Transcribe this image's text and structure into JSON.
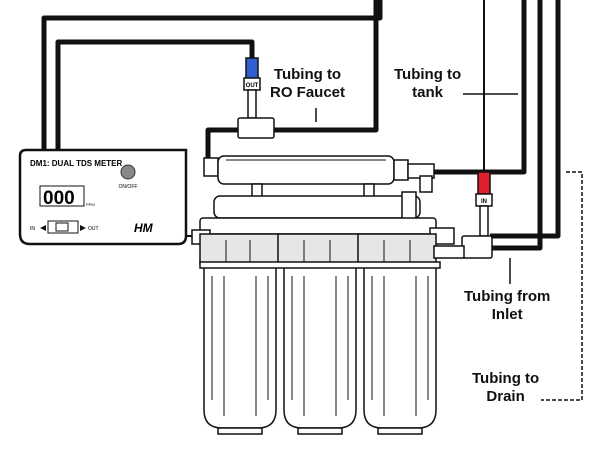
{
  "labels": {
    "ro_faucet_line1": "Tubing to",
    "ro_faucet_line2": "RO Faucet",
    "tank_line1": "Tubing to",
    "tank_line2": "tank",
    "inlet_line1": "Tubing from",
    "inlet_line2": "Inlet",
    "drain_line1": "Tubing to",
    "drain_line2": "Drain"
  },
  "meter": {
    "title": "DM1: DUAL TDS METER",
    "display": "000",
    "unit": "PPM",
    "switch_label": "ON/OFF",
    "in_label": "IN",
    "out_label": "OUT",
    "brand": "HM"
  },
  "fittings": {
    "out_tag": "OUT",
    "in_tag": "IN"
  },
  "colors": {
    "out_fitting": "#2f5fd0",
    "in_fitting": "#e0202a",
    "tubing": "#111111"
  }
}
